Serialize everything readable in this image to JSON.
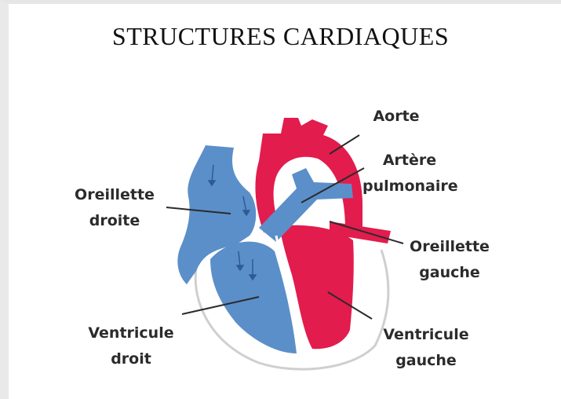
{
  "title": "STRUCTURES CARDIAQUES",
  "labels": {
    "aorte": [
      "Aorte"
    ],
    "artere_pulmonaire": [
      "Artère",
      "pulmonaire"
    ],
    "oreillette_droite": [
      "Oreillette",
      "droite"
    ],
    "oreillette_gauche": [
      "Oreillette",
      "gauche"
    ],
    "ventricule_droit": [
      "Ventricule",
      "droit"
    ],
    "ventricule_gauche": [
      "Ventricule",
      "gauche"
    ]
  },
  "colors": {
    "deoxygenated_blue": "#5b8fc9",
    "oxygenated_red": "#e21c4d",
    "outline": "#333333"
  }
}
